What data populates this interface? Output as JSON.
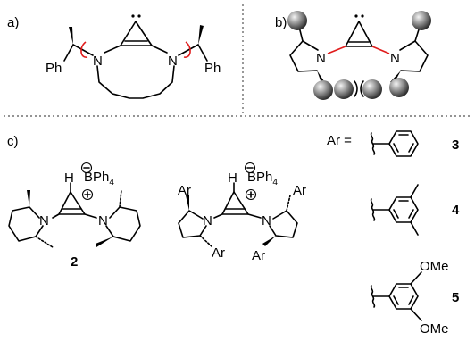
{
  "panel_labels": {
    "a": "a)",
    "b": "b)",
    "c": "c)"
  },
  "atoms": {
    "ph": "Ph",
    "n": "N",
    "ar": "Ar",
    "h": "H",
    "bph": "BPh",
    "sub4": "4",
    "ome": "OMe",
    "ar_eq": "Ar ="
  },
  "compound_numbers": {
    "c2": "2",
    "c3": "3",
    "c4": "4",
    "c5": "5"
  },
  "colors": {
    "highlight": "#e01b1b",
    "bond": "#000000"
  }
}
